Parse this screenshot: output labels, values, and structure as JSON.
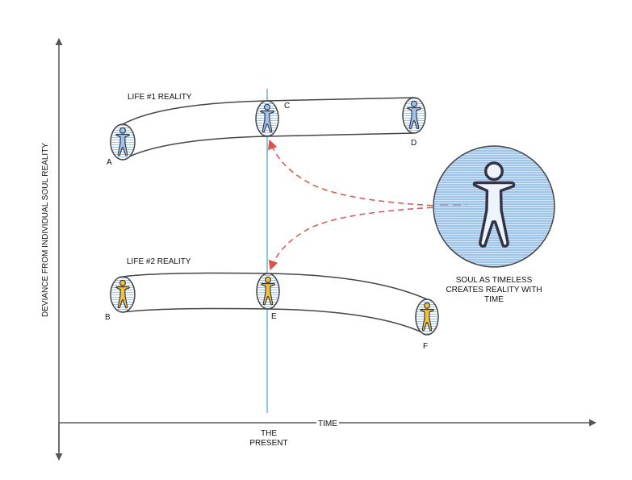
{
  "axes": {
    "y_label": "DEVIANCE FROM INDIVIDUAL SOUL REALITY",
    "x_label": "TIME"
  },
  "present": {
    "line1": "THE",
    "line2": "PRESENT"
  },
  "life1": {
    "label": "LIFE #1 REALITY",
    "points": [
      "A",
      "C",
      "D"
    ]
  },
  "life2": {
    "label": "LIFE #2 REALITY",
    "points": [
      "B",
      "E",
      "F"
    ]
  },
  "soul": {
    "line1": "SOUL AS TIMELESS",
    "line2": "CREATES REALITY WITH",
    "line3": "TIME"
  },
  "colors": {
    "blue_fill": "#9ec4ec",
    "yellow_fill": "#f2c23a",
    "present_line": "#6fb0d0",
    "arrow": "#d9534f"
  }
}
